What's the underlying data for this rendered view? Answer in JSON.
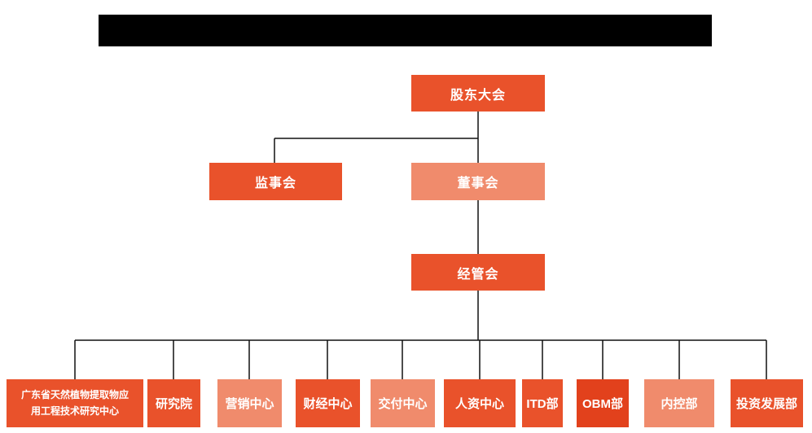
{
  "colors": {
    "primary": "#E9522B",
    "light": "#F08B6C",
    "deep": "#E2411C",
    "line": "#111111",
    "redaction": "#000000",
    "text": "#ffffff"
  },
  "org": {
    "root": {
      "label": "股东大会"
    },
    "supervisory": {
      "label": "监事会"
    },
    "board": {
      "label": "董事会"
    },
    "management": {
      "label": "经管会"
    },
    "departments": [
      {
        "label": "广东省天然植物提取物应用工程技术研究中心"
      },
      {
        "label": "研究院"
      },
      {
        "label": "营销中心"
      },
      {
        "label": "财经中心"
      },
      {
        "label": "交付中心"
      },
      {
        "label": "人资中心"
      },
      {
        "label": "ITD部"
      },
      {
        "label": "OBM部"
      },
      {
        "label": "内控部"
      },
      {
        "label": "投资发展部"
      }
    ]
  }
}
